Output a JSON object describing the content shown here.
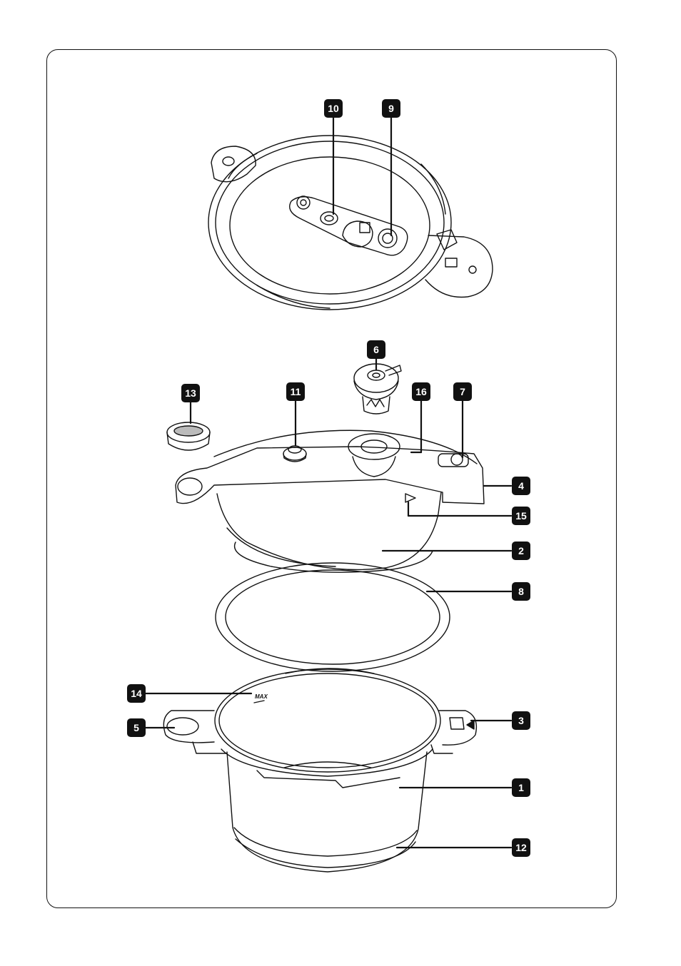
{
  "diagram": {
    "callouts": [
      {
        "id": "c10",
        "label": "10"
      },
      {
        "id": "c9",
        "label": "9"
      },
      {
        "id": "c6",
        "label": "6"
      },
      {
        "id": "c13",
        "label": "13"
      },
      {
        "id": "c11",
        "label": "11"
      },
      {
        "id": "c16",
        "label": "16"
      },
      {
        "id": "c7",
        "label": "7"
      },
      {
        "id": "c4",
        "label": "4"
      },
      {
        "id": "c15",
        "label": "15"
      },
      {
        "id": "c2",
        "label": "2"
      },
      {
        "id": "c8",
        "label": "8"
      },
      {
        "id": "c14",
        "label": "14"
      },
      {
        "id": "c5",
        "label": "5"
      },
      {
        "id": "c3",
        "label": "3"
      },
      {
        "id": "c1",
        "label": "1"
      },
      {
        "id": "c12",
        "label": "12"
      }
    ],
    "max_mark": "MAX"
  },
  "colors": {
    "line": "#111111",
    "badge": "#111111",
    "badge_text": "#ffffff",
    "background": "#ffffff"
  }
}
